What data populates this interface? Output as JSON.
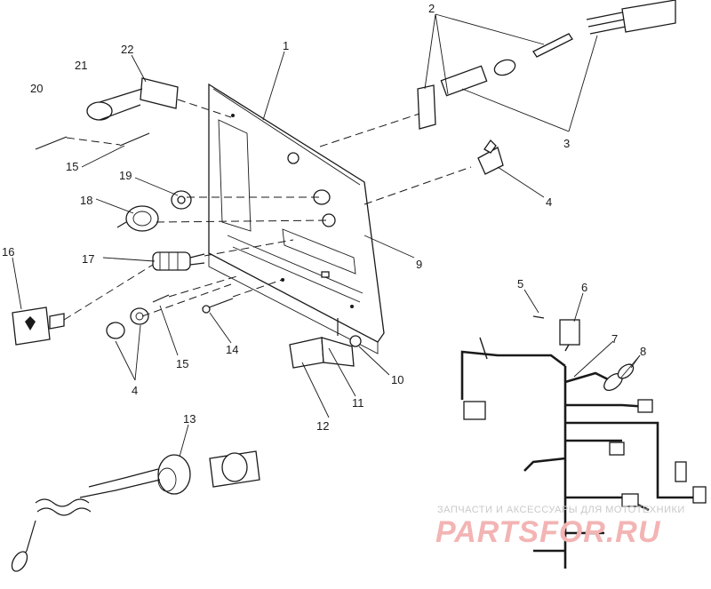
{
  "labels": {
    "l1": "1",
    "l2": "2",
    "l3": "3",
    "l4a": "4",
    "l4b": "4",
    "l5": "5",
    "l6": "6",
    "l7": "7",
    "l8": "8",
    "l9": "9",
    "l10": "10",
    "l11": "11",
    "l12": "12",
    "l13": "13",
    "l14": "14",
    "l15a": "15",
    "l15b": "15",
    "l16": "16",
    "l17": "17",
    "l18": "18",
    "l19": "19",
    "l20": "20",
    "l21": "21",
    "l22": "22"
  },
  "watermark": {
    "tagline": "ЗАПЧАСТИ И АКСЕССУАРЫ ДЛЯ МОТОТЕХНИКИ",
    "logo": "PARTSFOR.RU"
  }
}
